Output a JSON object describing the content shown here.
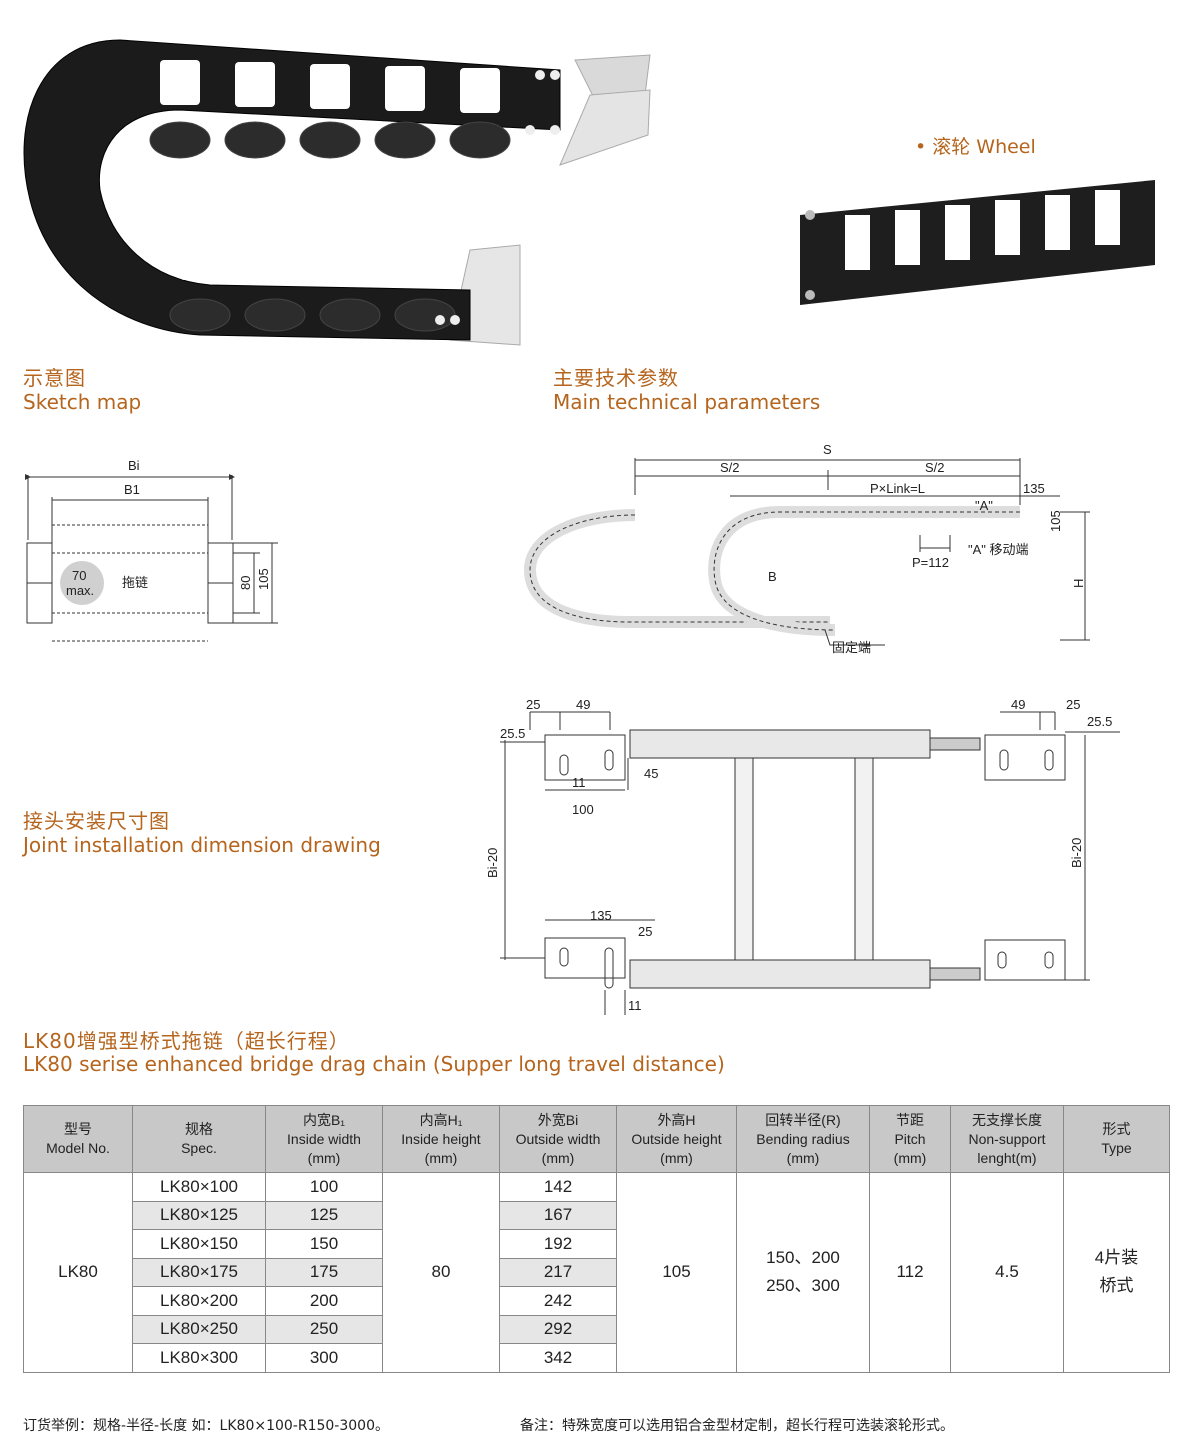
{
  "wheel_label": "• 滚轮 Wheel",
  "sketch": {
    "title_cn": "示意图",
    "title_en": "Sketch map",
    "dims": {
      "bi": "Bi",
      "b1": "B1",
      "inner": "80",
      "outer": "105",
      "max_top": "70",
      "max_bottom": "max.",
      "chain": "拖链"
    }
  },
  "params": {
    "title_cn": "主要技术参数",
    "title_en": "Main technical parameters",
    "dims": {
      "s": "S",
      "s2a": "S/2",
      "s2b": "S/2",
      "pxl": "P×Link=L",
      "d135": "135",
      "a": "\"A\"",
      "d105": "105",
      "a_move": "\"A\" 移动端",
      "h": "H",
      "b": "B",
      "p": "P=112",
      "fixed": "固定端"
    }
  },
  "joint": {
    "title_cn": "接头安装尺寸图",
    "title_en": "Joint installation dimension drawing",
    "dims": {
      "d25a": "25",
      "d49a": "49",
      "d255a": "25.5",
      "d11a": "11",
      "d45": "45",
      "d100": "100",
      "bi20a": "Bi-20",
      "d135": "135",
      "d25b": "25",
      "d11b": "11",
      "d49b": "49",
      "d25c": "25",
      "d255b": "25.5",
      "bi20b": "Bi-20"
    }
  },
  "product": {
    "title_cn": "LK80增强型桥式拖链（超长行程）",
    "title_en": "LK80 serise enhanced bridge drag chain (Supper long travel distance)"
  },
  "table": {
    "headers": [
      {
        "cn": "型号",
        "en": "Model No.",
        "unit": ""
      },
      {
        "cn": "规格",
        "en": "Spec.",
        "unit": ""
      },
      {
        "cn": "内宽B₁",
        "en": "Inside width",
        "unit": "(mm)"
      },
      {
        "cn": "内高H₁",
        "en": "Inside height",
        "unit": "(mm)"
      },
      {
        "cn": "外宽Bi",
        "en": "Outside width",
        "unit": "(mm)"
      },
      {
        "cn": "外高H",
        "en": "Outside height",
        "unit": "(mm)"
      },
      {
        "cn": "回转半径(R)",
        "en": "Bending radius",
        "unit": "(mm)"
      },
      {
        "cn": "节距",
        "en": "Pitch",
        "unit": "(mm)"
      },
      {
        "cn": "无支撑长度",
        "en": "Non-support",
        "unit": "lenght(m)"
      },
      {
        "cn": "形式",
        "en": "Type",
        "unit": ""
      }
    ],
    "model": "LK80",
    "rows": [
      {
        "spec": "LK80×100",
        "inner_width": "100",
        "outer_width": "142"
      },
      {
        "spec": "LK80×125",
        "inner_width": "125",
        "outer_width": "167"
      },
      {
        "spec": "LK80×150",
        "inner_width": "150",
        "outer_width": "192"
      },
      {
        "spec": "LK80×175",
        "inner_width": "175",
        "outer_width": "217"
      },
      {
        "spec": "LK80×200",
        "inner_width": "200",
        "outer_width": "242"
      },
      {
        "spec": "LK80×250",
        "inner_width": "250",
        "outer_width": "292"
      },
      {
        "spec": "LK80×300",
        "inner_width": "300",
        "outer_width": "342"
      }
    ],
    "inner_height": "80",
    "outer_height": "105",
    "bending_radius_line1": "150、200",
    "bending_radius_line2": "250、300",
    "pitch": "112",
    "non_support": "4.5",
    "type_line1": "4片装",
    "type_line2": "桥式"
  },
  "footer": {
    "order_example": "订货举例：规格-半径-长度  如：LK80×100-R150-3000。",
    "note": "备注：特殊宽度可以选用铝合金型材定制，超长行程可选装滚轮形式。"
  }
}
